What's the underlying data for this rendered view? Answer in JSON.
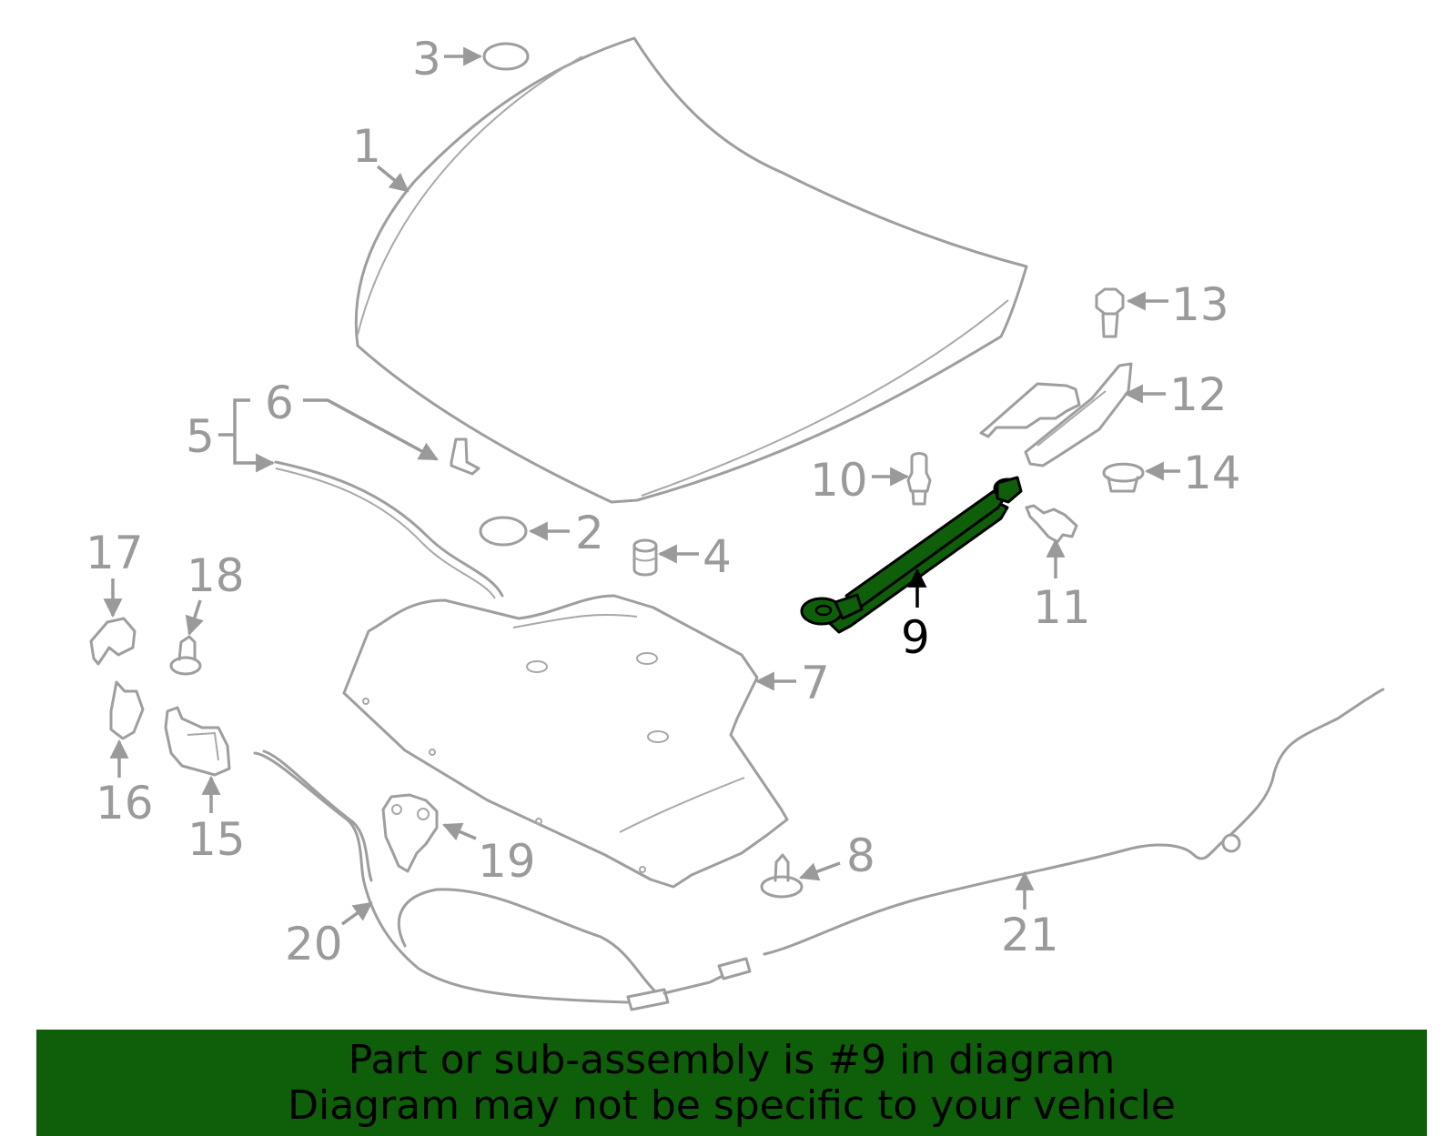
{
  "callouts": {
    "c1": "1",
    "c2": "2",
    "c3": "3",
    "c4": "4",
    "c5": "5",
    "c6": "6",
    "c7": "7",
    "c8": "8",
    "c9": "9",
    "c10": "10",
    "c11": "11",
    "c12": "12",
    "c13": "13",
    "c14": "14",
    "c15": "15",
    "c16": "16",
    "c17": "17",
    "c18": "18",
    "c19": "19",
    "c20": "20",
    "c21": "21"
  },
  "highlighted_part": "9",
  "colors": {
    "highlight": "#0f5f0a",
    "outline": "#9e9e9e",
    "label": "#9a9a9a"
  },
  "banner": {
    "line1": "Part or sub-assembly is #9 in diagram",
    "line2": "Diagram may not be specific to your vehicle"
  }
}
